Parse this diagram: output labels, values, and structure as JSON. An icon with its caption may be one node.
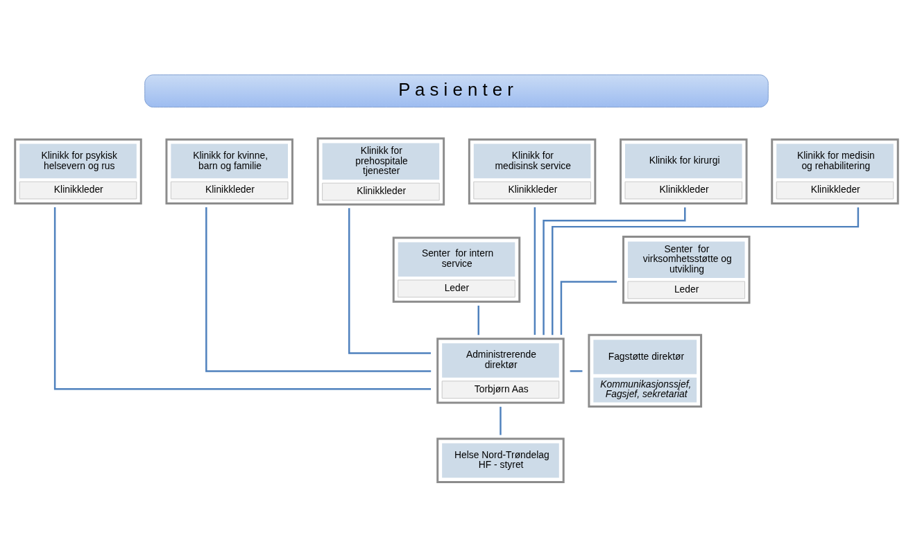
{
  "diagram": {
    "nodes": [
      {
        "text": [
          "P a s i e n t e r"
        ]
      },
      {
        "text": [
          "Klinikk for psykisk helsevern og rus",
          "Klinikkleder"
        ]
      },
      {
        "text": [
          "Klinikk for kvinne, barn og familie",
          "Klinikkleder"
        ]
      },
      {
        "text": [
          "Klinikk for prehospitale tjenester",
          "Klinikkleder"
        ]
      },
      {
        "text": [
          "Klinikk for medisinsk service",
          "Klinikkleder"
        ]
      },
      {
        "text": [
          "Klinikk for kirurgi",
          "Klinikkleder"
        ]
      },
      {
        "text": [
          "Klinikk for medisin og rehabilitering",
          "Klinikkleder"
        ]
      },
      {
        "text": [
          "Senter  for intern service",
          "Leder"
        ]
      },
      {
        "text": [
          "Senter  for virksomhetsstøtte og utvikling",
          "Leder"
        ]
      },
      {
        "text": [
          "Administrerende direktør",
          "Torbjørn Aas"
        ]
      },
      {
        "text": [
          "Fagstøtte direktør",
          "Kommunikasjonssjef, Fagsjef, sekretariat"
        ]
      },
      {
        "text": [
          "Helse Nord-Trøndelag HF - styret"
        ]
      }
    ],
    "edges": [
      {
        "from": 1,
        "to": 9,
        "arrow": "none"
      },
      {
        "from": 2,
        "to": 9,
        "arrow": "none"
      },
      {
        "from": 3,
        "to": 9,
        "arrow": "none"
      },
      {
        "from": 4,
        "to": 9,
        "arrow": "none"
      },
      {
        "from": 5,
        "to": 9,
        "arrow": "none"
      },
      {
        "from": 6,
        "to": 9,
        "arrow": "none"
      },
      {
        "from": 7,
        "to": 9,
        "arrow": "none"
      },
      {
        "from": 8,
        "to": 9,
        "arrow": "none"
      },
      {
        "from": 9,
        "to": 10,
        "arrow": "none"
      },
      {
        "from": 9,
        "to": 11,
        "arrow": "none"
      }
    ]
  }
}
